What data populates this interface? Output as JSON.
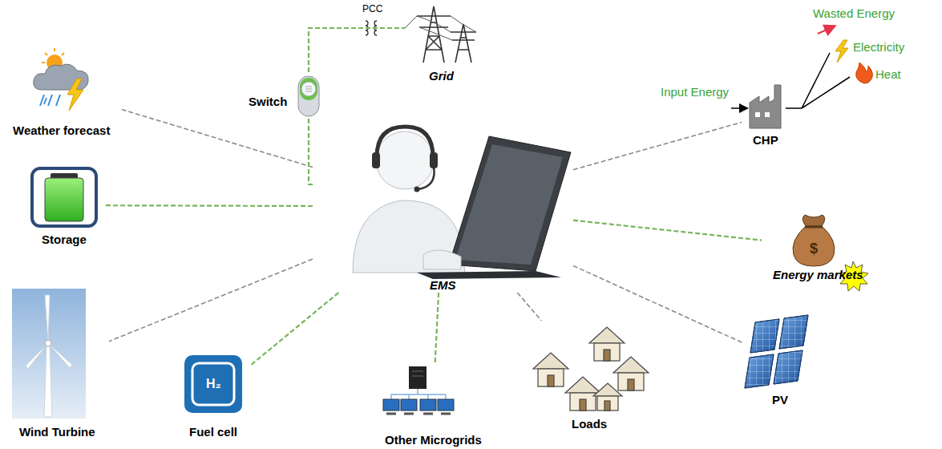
{
  "diagram": {
    "nodes": [
      {
        "text": [
          "Grid"
        ]
      },
      {
        "text": [
          "Weather forecast"
        ]
      },
      {
        "text": [
          "Switch"
        ]
      },
      {
        "text": [
          "CHP"
        ]
      },
      {
        "text": [
          "Storage"
        ]
      },
      {
        "text": [
          "EMS"
        ]
      },
      {
        "text": [
          "Energy markets"
        ]
      },
      {
        "text": [
          "PV"
        ]
      },
      {
        "text": [
          "Wind Turbine"
        ]
      },
      {
        "text": [
          "Fuel cell"
        ]
      },
      {
        "text": [
          "Other Microgrids"
        ]
      },
      {
        "text": [
          "Loads"
        ]
      }
    ],
    "edges": [
      {
        "from": 5,
        "to": 1,
        "arrow": "none"
      },
      {
        "from": 5,
        "to": 2,
        "arrow": "none"
      },
      {
        "from": 2,
        "to": 0,
        "arrow": "none"
      },
      {
        "from": 5,
        "to": 3,
        "arrow": "none"
      },
      {
        "from": 5,
        "to": 4,
        "arrow": "none"
      },
      {
        "from": 5,
        "to": 6,
        "arrow": "none"
      },
      {
        "from": 5,
        "to": 7,
        "arrow": "none"
      },
      {
        "from": 5,
        "to": 8,
        "arrow": "none"
      },
      {
        "from": 5,
        "to": 9,
        "arrow": "none"
      },
      {
        "from": 5,
        "to": 10,
        "arrow": "none"
      },
      {
        "from": 5,
        "to": 11,
        "arrow": "none"
      }
    ],
    "labels": [
      "PCC",
      "Input Energy",
      "Wasted Energy",
      "Electricity",
      "Heat",
      "H₂",
      "$"
    ]
  }
}
